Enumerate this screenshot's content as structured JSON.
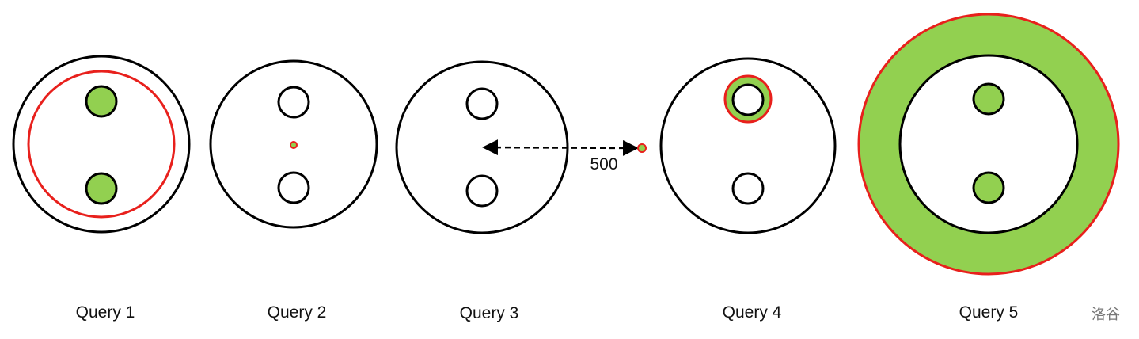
{
  "figure": {
    "colors": {
      "outline": "#000000",
      "query_red": "#e8201c",
      "fill_green": "#92d050"
    },
    "queries": [
      {
        "label": "Query 1"
      },
      {
        "label": "Query 2"
      },
      {
        "label": "Query 3",
        "distance_label": "500"
      },
      {
        "label": "Query 4"
      },
      {
        "label": "Query 5"
      }
    ],
    "watermark": "洛谷"
  }
}
